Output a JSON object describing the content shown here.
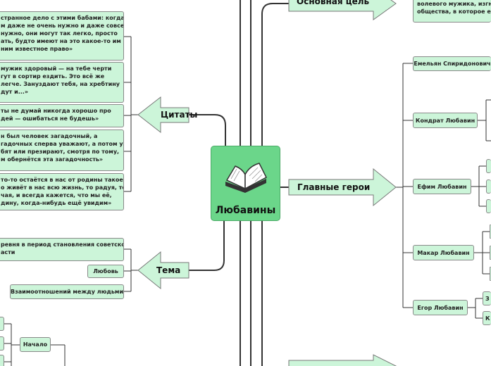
{
  "center": {
    "title": "Любавины",
    "icon": "open-book-icon"
  },
  "branches": {
    "goal": {
      "label": "Основная цель",
      "text": "волевого мужика, изгна\nобщества, в которое ему"
    },
    "quotes": {
      "label": "Цитаты",
      "items": [
        "странное дело с этими бабами: когда\nм даже не очень нужно и даже совсем\nнужно, они могут так легко, просто\nать, будто имеют на это какое-то им\nним известное право»",
        "мужик здоровый — на тебе черти\nгут в сортир ездить. Это всё же\nлегче. Зануздают тебя, на хребтину\nдут и...»",
        "ты не думай никогда хорошо про\nдей — ошибаться не будешь»",
        "н был человек загадочный, а\nгадочных сперва уважают, а потом уж\nбят или презирают, смотря по тому,\nм обернётся эта загадочность»",
        "то-то остаётся в нас от родины такое,\nо живёт в нас всю жизнь, то радуя, то\nчая, и всегда кажется, что мы её,\nдину, когда-нибудь ещё увидим»"
      ]
    },
    "heroes": {
      "label": "Главные герои",
      "items": [
        "Емельян Спиридонович",
        "Кондрат Любавин",
        "Ефим Любавин",
        "Макар Любавин",
        "Егор Любавин"
      ],
      "egor_children": [
        "З",
        "К"
      ]
    },
    "theme": {
      "label": "Тема",
      "items": [
        "ревня в период становления советской\nасти",
        "Любовь",
        "Взаимоотношений между людьми"
      ]
    },
    "plot": {
      "label": "Начало"
    }
  }
}
